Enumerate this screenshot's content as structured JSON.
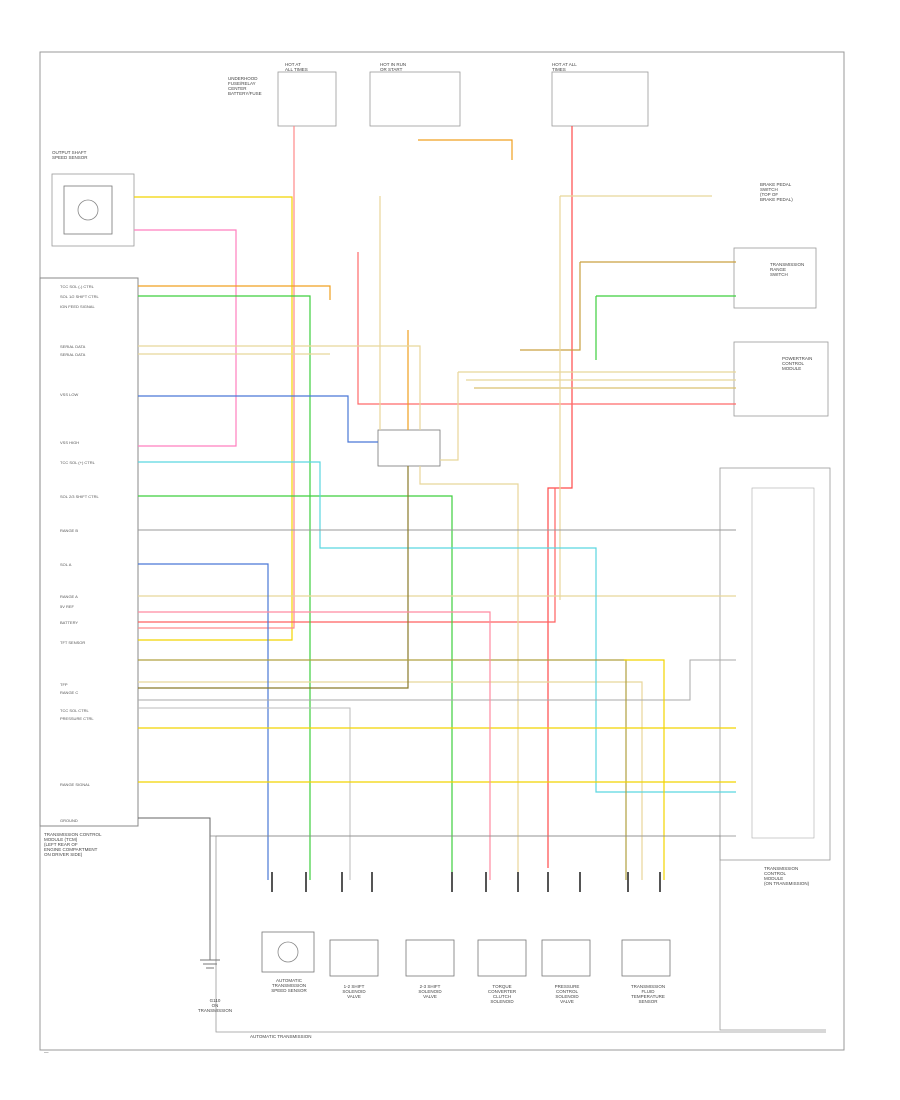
{
  "diagram": {
    "tcm_label": "TRANSMISSION CONTROL\nMODULE (TCM)\n(LEFT REAR OF\nENGINE COMPARTMENT\nON DRIVER SIDE)",
    "tcm_pin_labels": [
      "TCC SOL (-) CTRL",
      "SOL 1/2 SHIFT CTRL",
      "IGN FEED SIGNAL",
      "SERIAL DATA",
      "SERIAL DATA",
      "VSS LOW",
      "VSS HIGH",
      "TCC SOL (+) CTRL",
      "SOL 2/3 SHIFT CTRL",
      "RANGE B",
      "SOL A",
      "RANGE A",
      "5V REF",
      "BATTERY",
      "TFT SENSOR",
      "TFP",
      "RANGE C",
      "TCC SOL CTRL",
      "PRESSURE CTRL",
      "RANGE SIGNAL",
      "GROUND"
    ],
    "top_labels": {
      "fuse_left": "HOT AT\nALL TIMES",
      "fuse_left_box": "UNDERHOOD\nFUSE/RELAY\nCENTER\nBATTERY/FUSE",
      "fuse_mid": "HOT IN RUN\nOR START",
      "fuse_right": "HOT AT ALL\nTIMES"
    },
    "right_labels": {
      "brake_switch": "BRAKE PEDAL\nSWITCH\n(TOP OF\nBRAKE PEDAL)",
      "range_switch": "TRANSMISSION\nRANGE\nSWITCH",
      "ecm_connector": "POWERTRAIN\nCONTROL\nMODULE",
      "tcm_right": "TRANSMISSION\nCONTROL\nMODULE\n(ON TRANSMISSION)"
    },
    "left_sensor": "OUTPUT SHAFT\nSPEED SENSOR",
    "ground_label": "G110\nON\nTRANSMISSION",
    "bottom_components": [
      "AUTOMATIC\nTRANSMISSION\nSPEED SENSOR",
      "1-2 SHIFT\nSOLENOID\nVALVE",
      "2-3 SHIFT\nSOLENOID\nVALVE",
      "TORQUE\nCONVERTER\nCLUTCH\nSOLENOID",
      "PRESSURE\nCONTROL\nSOLENOID\nVALVE",
      "TRANSMISSION\nFLUID\nTEMPERATURE\nSENSOR"
    ],
    "bottom_box_label": "AUTOMATIC TRANSMISSION",
    "footer_code": "—"
  },
  "colors": {
    "yellow": "#f2d400",
    "pink": "#ff7fbf",
    "red": "#ff4a4a",
    "green": "#3ecf3e",
    "orange": "#f0a020",
    "blue": "#4a78d6",
    "cyan": "#5ad6e0",
    "tan": "#e8d69a",
    "olive": "#8a7a2a",
    "brown": "#b0803a",
    "gray": "#888888",
    "lightgray": "#bbbbbb"
  }
}
